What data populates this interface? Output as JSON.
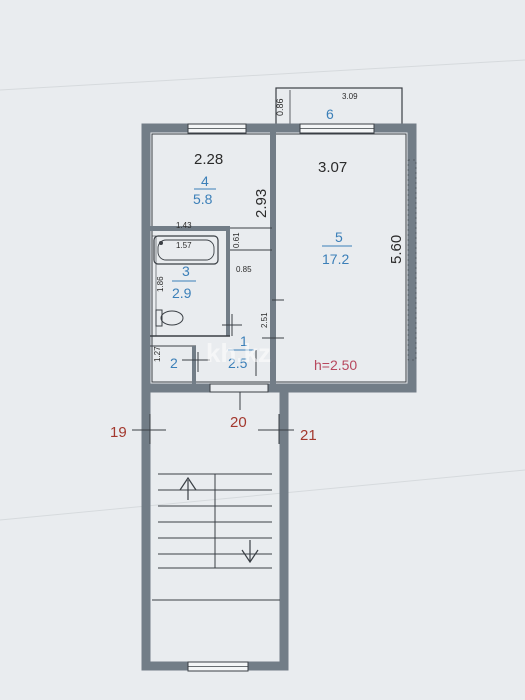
{
  "colors": {
    "paper": "#e9ecef",
    "wall": "#727d87",
    "line": "#3a3f45",
    "room_label": "#3b7fb8",
    "axis_label": "#a3382e",
    "height_label": "#b7485e"
  },
  "rooms": [
    {
      "id": "room-1",
      "number": "1",
      "area": "2.5"
    },
    {
      "id": "room-2",
      "number": "2",
      "area": ""
    },
    {
      "id": "room-3",
      "number": "3",
      "area": "2.9"
    },
    {
      "id": "room-4",
      "number": "4",
      "area": "5.8"
    },
    {
      "id": "room-5",
      "number": "5",
      "area": "17.2"
    },
    {
      "id": "room-6",
      "number": "6",
      "area": ""
    }
  ],
  "dimensions": {
    "room4_width": "2.28",
    "room4_depth": "2.93",
    "room5_width": "3.07",
    "room5_depth": "5.60",
    "bath_top": "1.43",
    "bath_inner": "1.57",
    "bath_side": "0.61",
    "bath_height": "1.86",
    "hall_gap": "0.85",
    "hall_depth": "2.51",
    "toilet_depth": "1.27",
    "balcony_width": "3.09",
    "balcony_depth": "0.86"
  },
  "ceiling_height": "h=2.50",
  "axes": [
    "19",
    "20",
    "21"
  ],
  "watermark": "kh.kz",
  "icons": [
    "bathtub-icon",
    "toilet-icon",
    "stairs-up-arrow-icon",
    "stairs-down-arrow-icon",
    "window-icon",
    "door-icon"
  ]
}
